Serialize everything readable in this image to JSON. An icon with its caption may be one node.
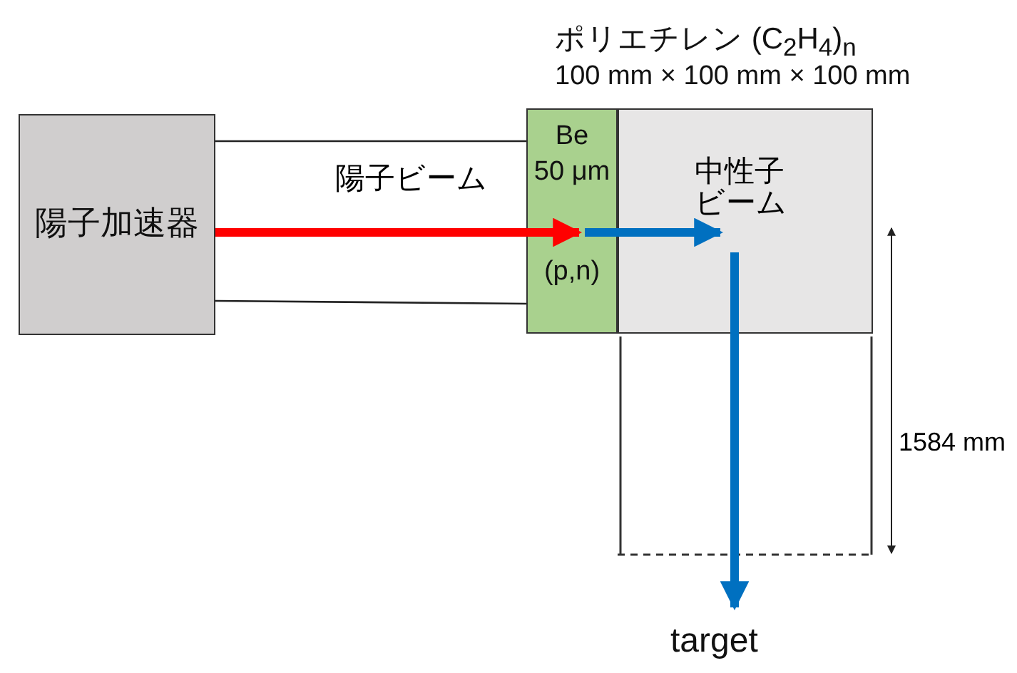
{
  "diagram": {
    "nodes": [
      {
        "text": [
          "陽子加速器"
        ]
      },
      {
        "text": [
          "Be 50 μm",
          "(p,n)"
        ]
      },
      {
        "text": [
          "ポリエチレン (C$_{2}$H$_{4}$)$_{n}$",
          "100 mm × 100 mm × 100 mm"
        ]
      },
      {
        "text": [
          "target"
        ]
      }
    ],
    "edges": [
      {
        "from": 0,
        "to": 1,
        "arrow": "to",
        "label": "陽子ビーム",
        "color": "#ff0000"
      },
      {
        "from": 1,
        "to": 2,
        "arrow": "to",
        "label": "中性子ビーム",
        "color": "#0070c0"
      },
      {
        "from": 2,
        "to": 3,
        "arrow": "to",
        "color": "#0070c0"
      }
    ],
    "labels": [
      "1584 mm"
    ]
  }
}
